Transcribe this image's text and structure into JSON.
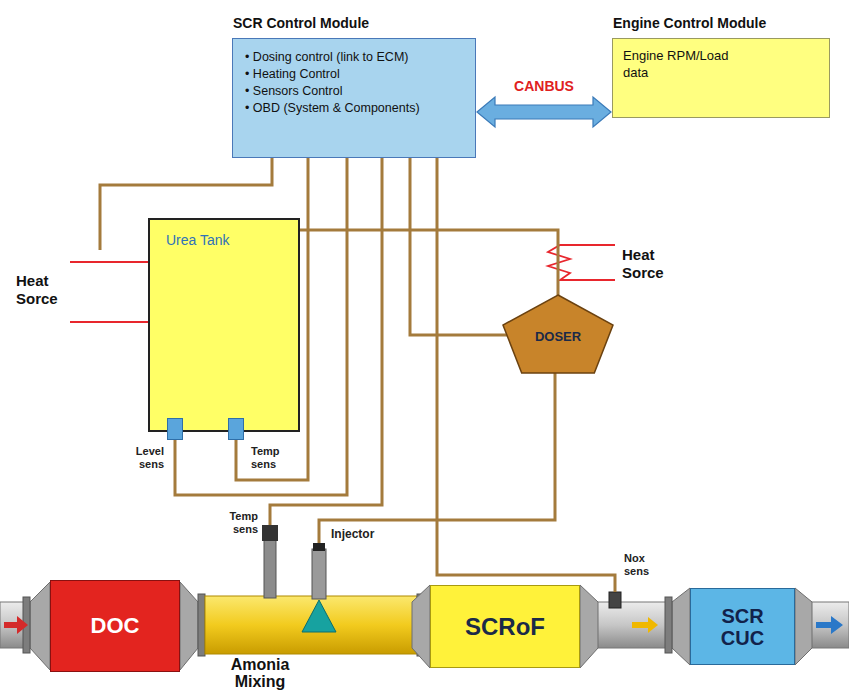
{
  "diagram": {
    "nodes": [
      {
        "text": [
          "SCR Control Module",
          "• Dosing control (link to ECM)",
          "• Heating Control",
          "• Sensors Control",
          "• OBD (System & Components)"
        ]
      },
      {
        "text": [
          "Engine Control Module",
          "Engine RPM/Load data"
        ]
      },
      {
        "text": [
          "Urea Tank"
        ]
      },
      {
        "text": [
          "Level sens"
        ]
      },
      {
        "text": [
          "Temp sens"
        ]
      },
      {
        "text": [
          "DOSER"
        ]
      },
      {
        "text": [
          "DOC"
        ]
      },
      {
        "text": [
          "SCRoF"
        ]
      },
      {
        "text": [
          "SCR CUC"
        ]
      }
    ],
    "edges": [
      {
        "from": 0,
        "to": 1,
        "arrow": "both",
        "label": "CANBUS"
      },
      {
        "from": 0,
        "to": 3,
        "arrow": "none"
      },
      {
        "from": 0,
        "to": 4,
        "arrow": "none"
      },
      {
        "from": 0,
        "to": 5,
        "arrow": "none"
      },
      {
        "from": 2,
        "to": 5,
        "arrow": "none"
      }
    ],
    "labels": [
      "Heat Sorce",
      "Heat Sorce",
      "Temp sens",
      "Injector",
      "Nox sens",
      "Amonia Mixing"
    ]
  }
}
